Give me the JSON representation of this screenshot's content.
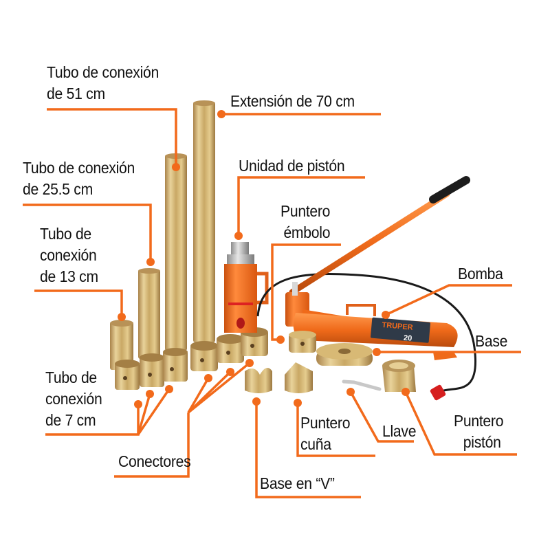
{
  "diagram": {
    "type": "labeled-product-parts",
    "product": "Hydraulic body repair kit (porto power)",
    "brand_on_pump": "TRUPER",
    "pump_capacity_label": "20",
    "colors": {
      "leader_line": "#f26a1b",
      "label_text": "#111111",
      "background": "#ffffff",
      "brass": "#c9a865",
      "pump_orange": "#ef6a1a",
      "handle_grip": "#1c1c1c",
      "pump_plate": "#2f3a48"
    },
    "labels": [
      {
        "id": "tubo-51",
        "lines": [
          "Tubo de conexión",
          "de 51 cm"
        ]
      },
      {
        "id": "extension-70",
        "lines": [
          "Extensión de 70 cm"
        ]
      },
      {
        "id": "tubo-25",
        "lines": [
          "Tubo de conexión",
          "de 25.5 cm"
        ]
      },
      {
        "id": "unidad-piston",
        "lines": [
          "Unidad de pistón"
        ]
      },
      {
        "id": "puntero-embolo",
        "lines": [
          "Puntero",
          "émbolo"
        ]
      },
      {
        "id": "tubo-13",
        "lines": [
          "Tubo de",
          "conexión",
          "de 13 cm"
        ]
      },
      {
        "id": "bomba",
        "lines": [
          "Bomba"
        ]
      },
      {
        "id": "base",
        "lines": [
          "Base"
        ]
      },
      {
        "id": "tubo-7",
        "lines": [
          "Tubo de",
          "conexión",
          "de 7 cm"
        ]
      },
      {
        "id": "puntero-cuna",
        "lines": [
          "Puntero",
          "cuña"
        ]
      },
      {
        "id": "llave",
        "lines": [
          "Llave"
        ]
      },
      {
        "id": "puntero-piston",
        "lines": [
          "Puntero",
          "pistón"
        ]
      },
      {
        "id": "conectores",
        "lines": [
          "Conectores"
        ]
      },
      {
        "id": "base-v",
        "lines": [
          "Base en “V”"
        ]
      }
    ]
  }
}
